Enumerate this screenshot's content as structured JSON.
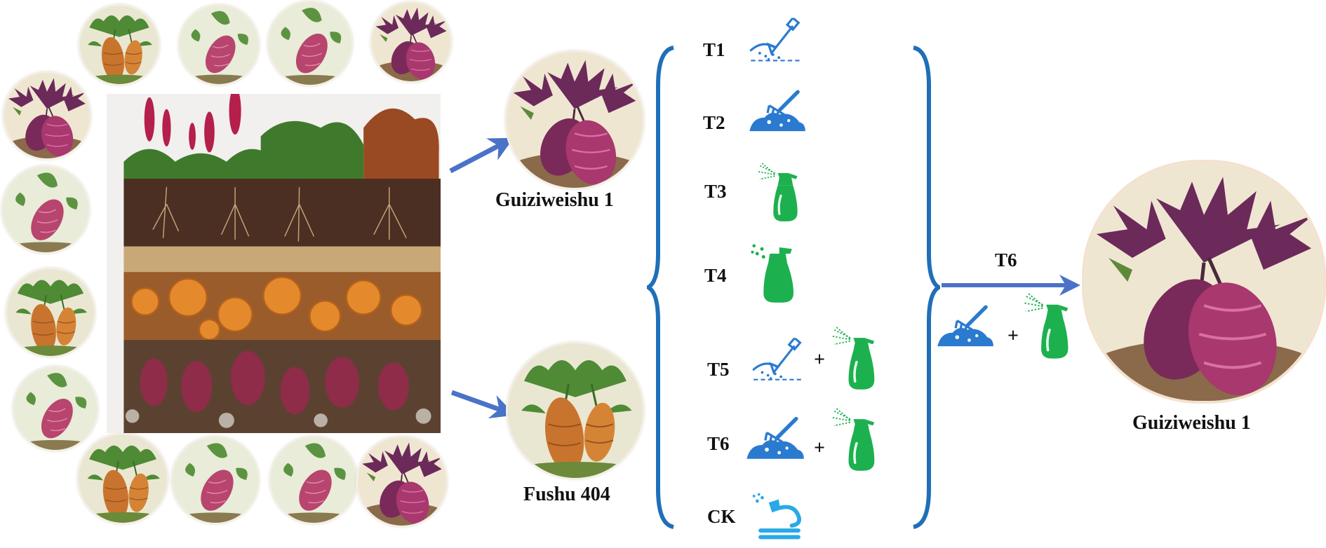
{
  "colors": {
    "arrow": "#4a72c8",
    "brace": "#1f6fb8",
    "icon_blue": "#2a7ad0",
    "icon_green": "#1db04e",
    "icon_cyan": "#29a9e6"
  },
  "varieties": {
    "top": "Guiziweishu 1",
    "bottom": "Fushu 404",
    "result": "Guiziweishu 1"
  },
  "treatments": [
    {
      "label": "T1",
      "icons": [
        "shovel-soil-icon"
      ]
    },
    {
      "label": "T2",
      "icons": [
        "rake-fertilizer-icon"
      ]
    },
    {
      "label": "T3",
      "icons": [
        "spray-bottle-icon"
      ]
    },
    {
      "label": "T4",
      "icons": [
        "spray-bottle-icon"
      ]
    },
    {
      "label": "T5",
      "icons": [
        "shovel-soil-icon",
        "spray-bottle-icon"
      ],
      "join": "+"
    },
    {
      "label": "T6",
      "icons": [
        "rake-fertilizer-icon",
        "spray-bottle-icon"
      ],
      "join": "+"
    },
    {
      "label": "CK",
      "icons": [
        "water-hose-icon"
      ]
    }
  ],
  "selected": {
    "label": "T6",
    "join": "+"
  }
}
